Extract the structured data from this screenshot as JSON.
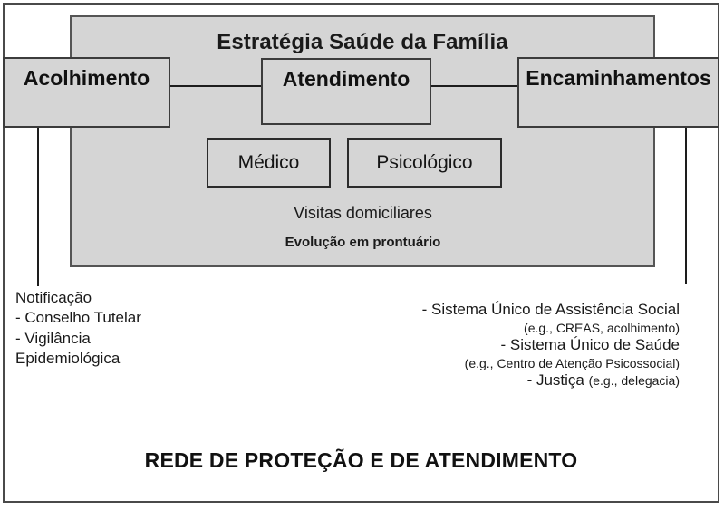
{
  "diagram": {
    "title_panel": "Estratégia Saúde da Família",
    "bottom_caption": "REDE DE PROTEÇÃO E DE ATENDIMENTO",
    "colors": {
      "panel_fill": "#d5d5d5",
      "box_fill": "#d5d5d5",
      "line": "#1d1d1d",
      "frame": "#4a4a4a",
      "text": "#1a1a1a",
      "background": "#ffffff"
    },
    "primary_nodes": [
      {
        "id": "acolhimento",
        "label": "Acolhimento"
      },
      {
        "id": "atendimento",
        "label": "Atendimento"
      },
      {
        "id": "encaminhamentos",
        "label": "Encaminhamentos"
      }
    ],
    "sub_nodes": [
      {
        "id": "medico",
        "label": "Médico"
      },
      {
        "id": "psicologico",
        "label": "Psicológico"
      }
    ],
    "panel_notes": [
      {
        "id": "visitas",
        "text": "Visitas domiciliares"
      },
      {
        "id": "evolucao",
        "text": "Evolução em prontuário"
      }
    ],
    "network_left": {
      "lines": [
        "Notificação",
        "- Conselho Tutelar",
        "- Vigilância",
        "Epidemiológica"
      ]
    },
    "network_right": {
      "lines": [
        "- Sistema Único de Assistência Social",
        "(e.g., CREAS, acolhimento)",
        "- Sistema Único de Saúde",
        "(e.g., Centro de Atenção Psicossocial)"
      ],
      "last_line_main": "- Justiça ",
      "last_line_small": "(e.g., delegacia)"
    }
  }
}
